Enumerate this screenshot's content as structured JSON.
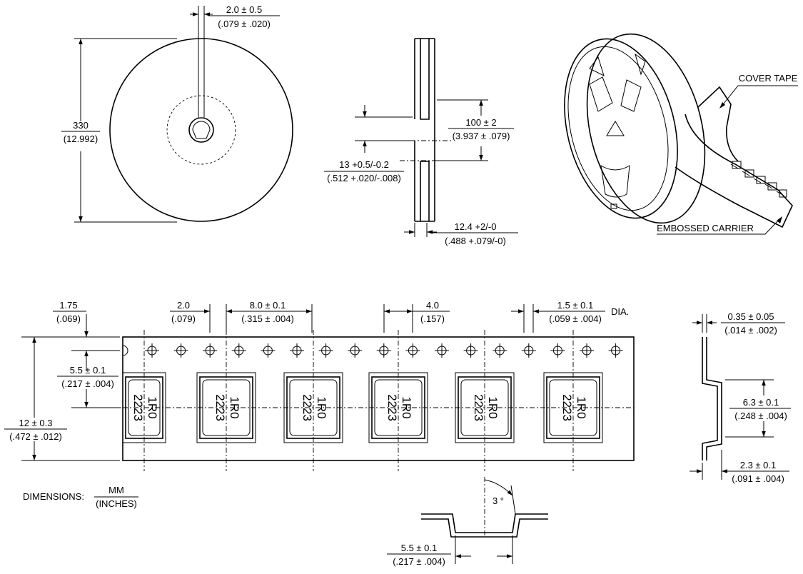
{
  "reel_front": {
    "slot": {
      "mm": "2.0 ± 0.5",
      "in": "(.079 ± .020)"
    },
    "diameter": {
      "mm": "330",
      "in": "(12.992)"
    }
  },
  "reel_side": {
    "hub": {
      "mm": "100 ± 2",
      "in": "(3.937 ± .079)"
    },
    "arbor": {
      "mm": "13 +0.5/-0.2",
      "in": "(.512 +.020/-.008)"
    },
    "width": {
      "mm": "12.4 +2/-0",
      "in": "(.488 +.079/-0)"
    }
  },
  "reel_3d": {
    "cover_tape": "COVER TAPE",
    "embossed_carrier": "EMBOSSED CARRIER"
  },
  "tape": {
    "edge_to_hole": {
      "mm": "1.75",
      "in": "(.069)"
    },
    "hole_to_pocket": {
      "mm": "2.0",
      "in": "(.079)"
    },
    "pitch": {
      "mm": "8.0 ± 0.1",
      "in": "(.315 ± .004)"
    },
    "hole_pitch": {
      "mm": "4.0",
      "in": "(.157)"
    },
    "hole_dia": {
      "mm": "1.5 ± 0.1",
      "in": "(.059 ± .004)",
      "suffix": "DIA."
    },
    "hole_to_center": {
      "mm": "5.5 ± 0.1",
      "in": "(.217 ± .004)"
    },
    "tape_width": {
      "mm": "12 ± 0.3",
      "in": "(.472 ± .012)"
    },
    "part_marking": {
      "line1": "1R0",
      "line2": "2223"
    }
  },
  "profile": {
    "thickness": {
      "mm": "0.35 ± 0.05",
      "in": "(.014 ± .002)"
    },
    "pocket_len": {
      "mm": "6.3 ± 0.1",
      "in": "(.248 ± .004)"
    },
    "pocket_depth": {
      "mm": "2.3 ± 0.1",
      "in": "(.091 ± .004)"
    }
  },
  "cross_section": {
    "angle": "3 °",
    "pocket_width": {
      "mm": "5.5 ± 0.1",
      "in": "(.217 ± .004)"
    }
  },
  "legend": {
    "label": "DIMENSIONS:",
    "mm": "MM",
    "in": "(INCHES)"
  }
}
